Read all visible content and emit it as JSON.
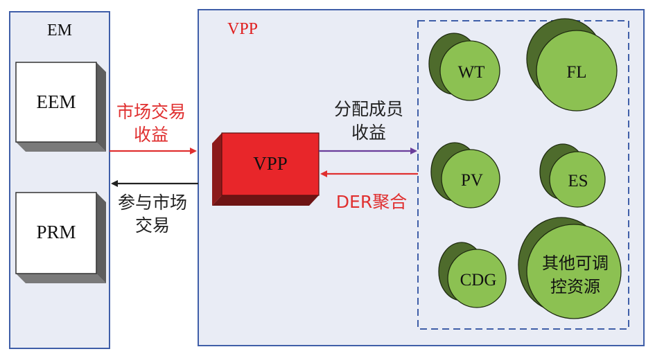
{
  "em_panel": {
    "title": "EM",
    "boxes": [
      {
        "label": "EEM"
      },
      {
        "label": "PRM"
      }
    ]
  },
  "vpp_panel": {
    "title": "VPP",
    "title_color": "#e02020",
    "core_box": {
      "label": "VPP",
      "color": "#e8262a"
    }
  },
  "arrows": {
    "market_revenue": {
      "lines": [
        "市场交易",
        "收益"
      ],
      "color": "#e03030"
    },
    "market_participation": {
      "lines": [
        "参与市场",
        "交易"
      ],
      "color": "#222222"
    },
    "distribute_revenue": {
      "lines": [
        "分配成员",
        "收益"
      ],
      "color": "#6a3d9a"
    },
    "der_aggregation": {
      "text": "DER聚合",
      "color": "#e03030"
    }
  },
  "resources": [
    {
      "key": "wt",
      "label": [
        "WT"
      ]
    },
    {
      "key": "fl",
      "label": [
        "FL"
      ]
    },
    {
      "key": "pv",
      "label": [
        "PV"
      ]
    },
    {
      "key": "es",
      "label": [
        "ES"
      ]
    },
    {
      "key": "cdg",
      "label": [
        "CDG"
      ]
    },
    {
      "key": "other",
      "label": [
        "其他可调",
        "控资源"
      ]
    }
  ],
  "colors": {
    "panel_fill": "#e9ecf5",
    "panel_border": "#3f5ea8",
    "circle_front": "#8cc152",
    "circle_back": "#4e6b2c"
  }
}
